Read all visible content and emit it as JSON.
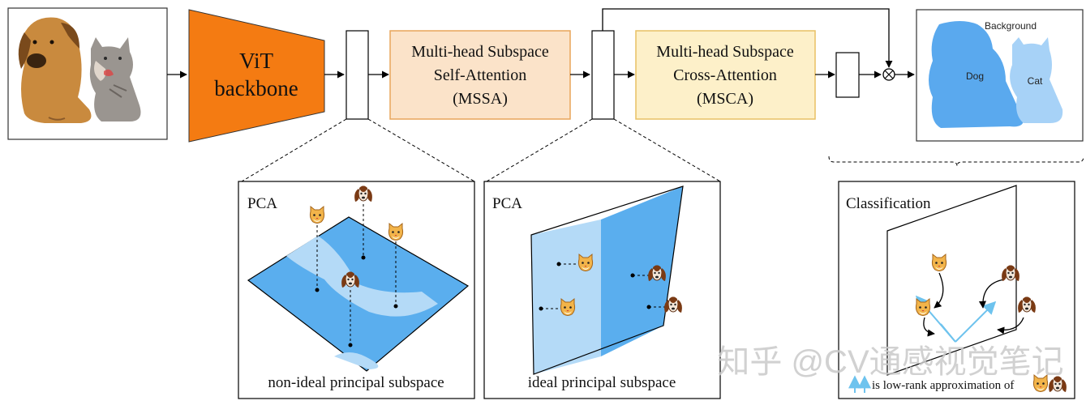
{
  "pipeline": {
    "backbone_line1": "ViT",
    "backbone_line2": "backbone",
    "mssa_line1": "Multi-head Subspace",
    "mssa_line2": "Self-Attention",
    "mssa_line3": "(MSSA)",
    "msca_line1": "Multi-head Subspace",
    "msca_line2": "Cross-Attention",
    "msca_line3": "(MSCA)"
  },
  "segmentation": {
    "background_label": "Background",
    "dog_label": "Dog",
    "cat_label": "Cat"
  },
  "panels": {
    "left": {
      "title": "PCA",
      "caption": "non-ideal principal subspace"
    },
    "middle": {
      "title": "PCA",
      "caption": "ideal principal subspace"
    },
    "right": {
      "title": "Classification",
      "caption": "is low-rank approximation of"
    }
  },
  "watermark": "知乎 @CV通感视觉笔记",
  "colors": {
    "backbone_orange": "#f47b12",
    "mssa_fill": "#fbe3c9",
    "mssa_border": "#e8a55a",
    "msca_fill": "#fdf0c9",
    "msca_border": "#e8c064",
    "dog_blue": "#5aa9ee",
    "cat_blue": "#a7d2f7",
    "plane_dark": "#5aaeee",
    "plane_light": "#b4daf7",
    "arrow_blue": "#6ec3ee"
  },
  "icons": [
    "photo-dog-cat",
    "cat-face-icon",
    "dog-face-icon",
    "multiply-icon"
  ]
}
